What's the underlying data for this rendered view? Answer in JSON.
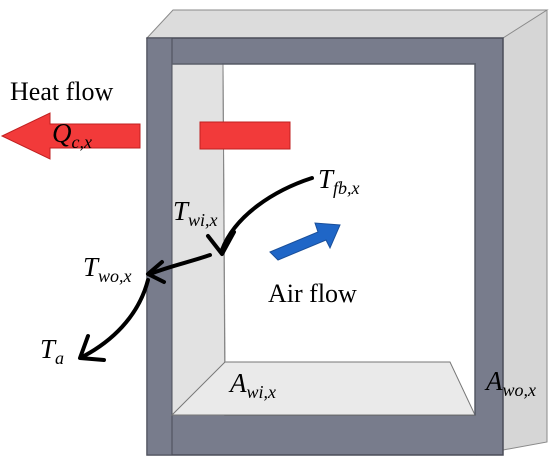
{
  "labels": {
    "heat_flow": "Heat flow",
    "air_flow": "Air flow",
    "q_cx": {
      "main": "Q",
      "sub": "c,x"
    },
    "t_fbx": {
      "main": "T",
      "sub": "fb,x"
    },
    "t_wix": {
      "main": "T",
      "sub": "wi,x"
    },
    "t_wox": {
      "main": "T",
      "sub": "wo,x"
    },
    "t_a": {
      "main": "T",
      "sub": "a"
    },
    "a_wix": {
      "main": "A",
      "sub": "wi,x"
    },
    "a_wox": {
      "main": "A",
      "sub": "wo,x"
    }
  },
  "colors": {
    "frame_face": "#7a7e8e",
    "frame_side": "#d4d4d4",
    "frame_inner": "#e6e6e6",
    "heat_arrow": "#f23a3a",
    "air_arrow": "#1f66c7",
    "curve": "#000000"
  }
}
